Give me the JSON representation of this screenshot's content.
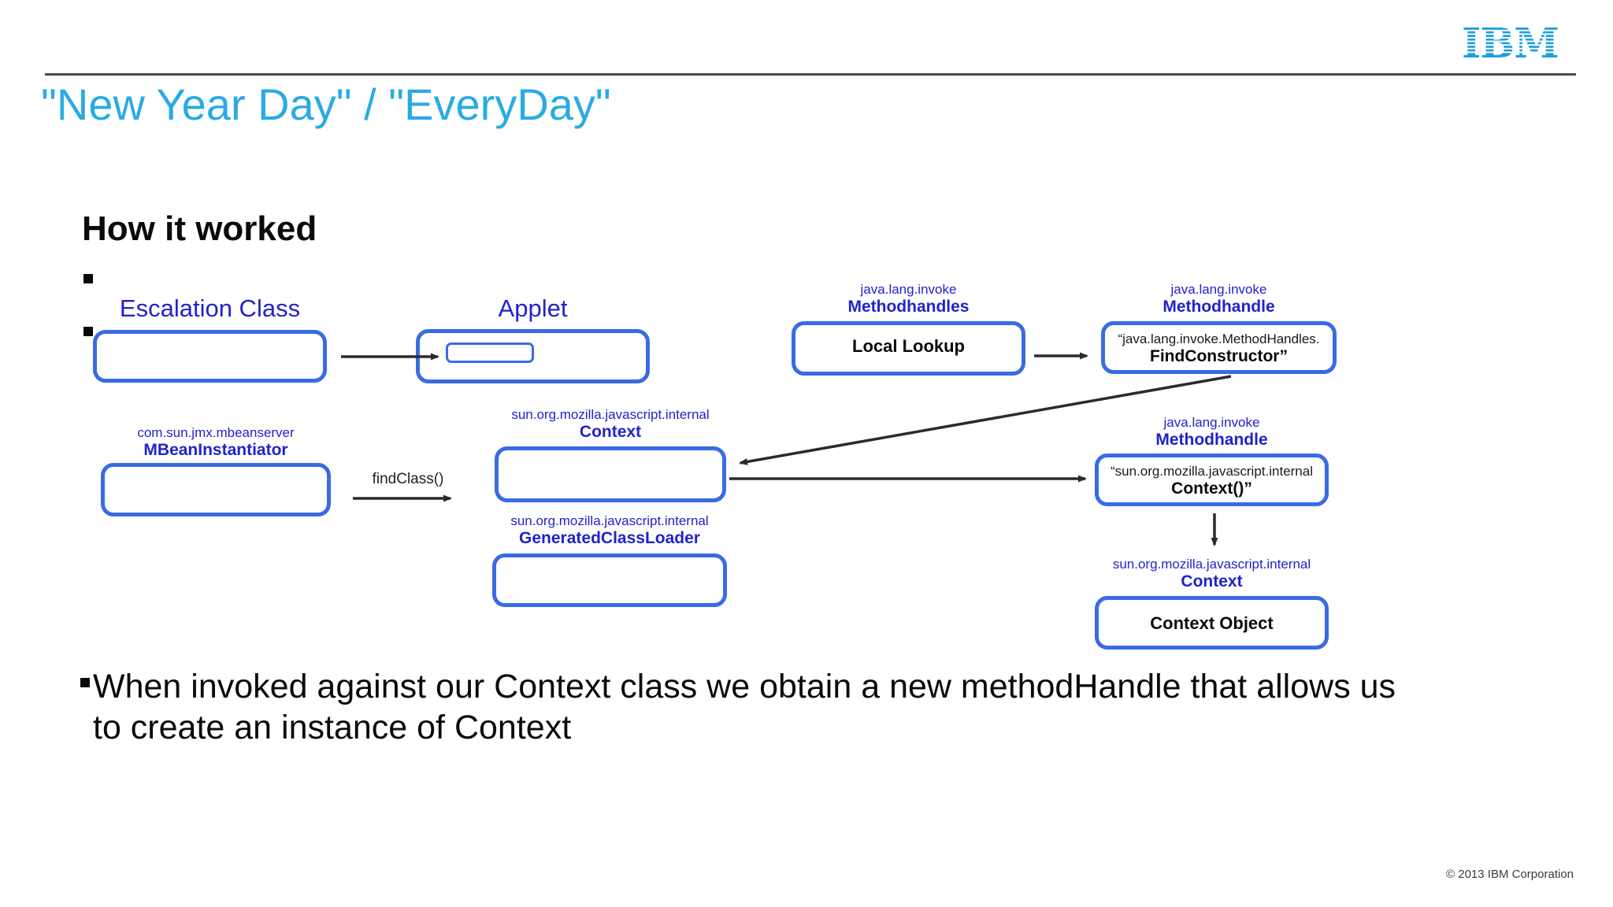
{
  "slide": {
    "title": "\"New Year Day\" / \"EveryDay\"",
    "heading": "How it worked",
    "body_bullet": "When invoked against our Context class we obtain a new methodHandle that allows us to create an instance of Context",
    "footer": "© 2013 IBM Corporation",
    "logo_text": "IBM"
  },
  "colors": {
    "title_blue": "#29ABE2",
    "logo_blue": "#1F9EDE",
    "label_blue": "#2222CC",
    "box_border_blue": "#3A6BE4",
    "arrow_dark": "#2b2b2b"
  },
  "diagram": {
    "nodes": [
      {
        "heading": "Escalation Class"
      },
      {
        "heading": "Applet"
      },
      {
        "package": "java.lang.invoke",
        "class": "Methodhandles",
        "text": "Local Lookup"
      },
      {
        "package": "java.lang.invoke",
        "class": "Methodhandle",
        "line1": "“java.lang.invoke.MethodHandles.",
        "line2": "FindConstructor”"
      },
      {
        "package": "com.sun.jmx.mbeanserver",
        "class": "MBeanInstantiator"
      },
      {
        "package": "sun.org.mozilla.javascript.internal",
        "class": "Context"
      },
      {
        "package": "sun.org.mozilla.javascript.internal",
        "class": "GeneratedClassLoader"
      },
      {
        "package": "java.lang.invoke",
        "class": "Methodhandle",
        "line1": "“sun.org.mozilla.javascript.internal",
        "line2": "Context()”"
      },
      {
        "package": "sun.org.mozilla.javascript.internal",
        "class": "Context",
        "text": "Context Object"
      }
    ],
    "arrow_label_findclass": "findClass()"
  }
}
